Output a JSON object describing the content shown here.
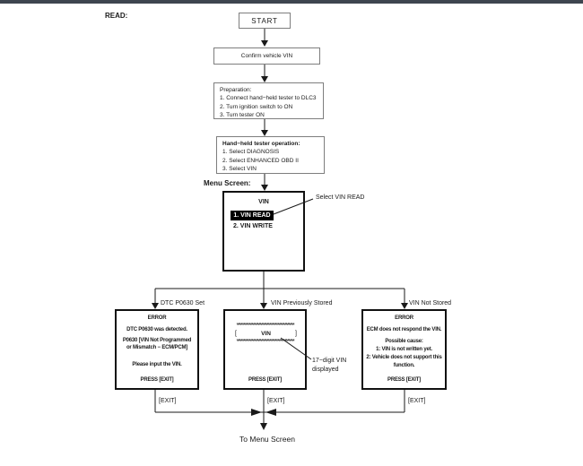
{
  "header": {
    "read_label": "READ:",
    "menu_screen_label": "Menu Screen:"
  },
  "flow": {
    "start_label": "START",
    "confirm_label": "Confirm vehicle VIN",
    "preparation": {
      "title": "Preparation:",
      "steps": [
        "1. Connect hand−held tester to DLC3",
        "2. Turn ignition switch to ON",
        "3. Turn tester ON"
      ]
    },
    "tester_operation": {
      "title": "Hand−held tester operation:",
      "steps": [
        "1. Select DIAGNOSIS",
        "2. Select ENHANCED OBD II",
        "3. Select VIN"
      ]
    }
  },
  "menu": {
    "title": "VIN",
    "selected_item": "1. VIN READ",
    "second_item": "2. VIN WRITE",
    "callout": "Select VIN READ"
  },
  "branches": {
    "dtc_set": "DTC P0630 Set",
    "vin_stored": "VIN Previously Stored",
    "vin_not_stored": "VIN Not Stored"
  },
  "boxes": {
    "dtc_error": {
      "lines": [
        "ERROR",
        "DTC P0630 was detected.",
        "P0630  [VIN Not Programmed",
        "or Mismatch − ECM/PCM]",
        "Please input the VIN.",
        "PRESS [EXIT]"
      ]
    },
    "vin_display": {
      "row_asterisks": "******************************************",
      "bracket_open": "[",
      "vin_label": "VIN",
      "bracket_close": "]",
      "press_exit": "PRESS [EXIT]",
      "callout_line1": "17−digit VIN",
      "callout_line2": "displayed"
    },
    "ecm_error": {
      "lines": [
        "ERROR",
        "ECM does not respond the VIN.",
        "Possible cause:",
        "1: VIN is not written yet.",
        "2: Vehicle does not support this",
        "function.",
        "PRESS [EXIT]"
      ]
    }
  },
  "footer": {
    "exit_labels": [
      "[EXIT]",
      "[EXIT]",
      "[EXIT]"
    ],
    "to_menu": "To Menu Screen"
  },
  "colors": {
    "top_bar": "#3e454f",
    "line": "#1a1a1a",
    "gray_border": "#7e7e7e",
    "highlight_bg": "#000000",
    "highlight_text": "#ffffff"
  }
}
